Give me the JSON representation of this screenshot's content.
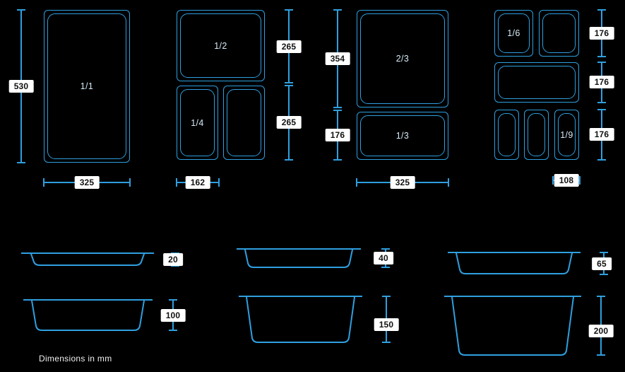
{
  "colors": {
    "background": "#000000",
    "line": "#2f9fdf",
    "label_bg": "#ffffff",
    "label_text": "#111111",
    "pan_label": "#d7ecf9"
  },
  "top_views": {
    "group1": {
      "pan_full": "1/1",
      "dim_height": "530",
      "dim_width": "325"
    },
    "group2": {
      "pan_half": "1/2",
      "pan_quarter": "1/4",
      "dim_top_height": "265",
      "dim_bottom_height": "265",
      "dim_width": "162"
    },
    "group3": {
      "pan_two_thirds": "2/3",
      "pan_one_third": "1/3",
      "dim_top_height": "354",
      "dim_bottom_height": "176",
      "dim_width": "325"
    },
    "group4": {
      "pan_one_sixth": "1/6",
      "pan_one_ninth": "1/9",
      "dim_row1_height": "176",
      "dim_row2_height": "176",
      "dim_row3_height": "176",
      "dim_width": "108"
    }
  },
  "side_views": {
    "depth_20": "20",
    "depth_40": "40",
    "depth_65": "65",
    "depth_100": "100",
    "depth_150": "150",
    "depth_200": "200"
  },
  "footer": {
    "note": "Dimensions in mm"
  }
}
